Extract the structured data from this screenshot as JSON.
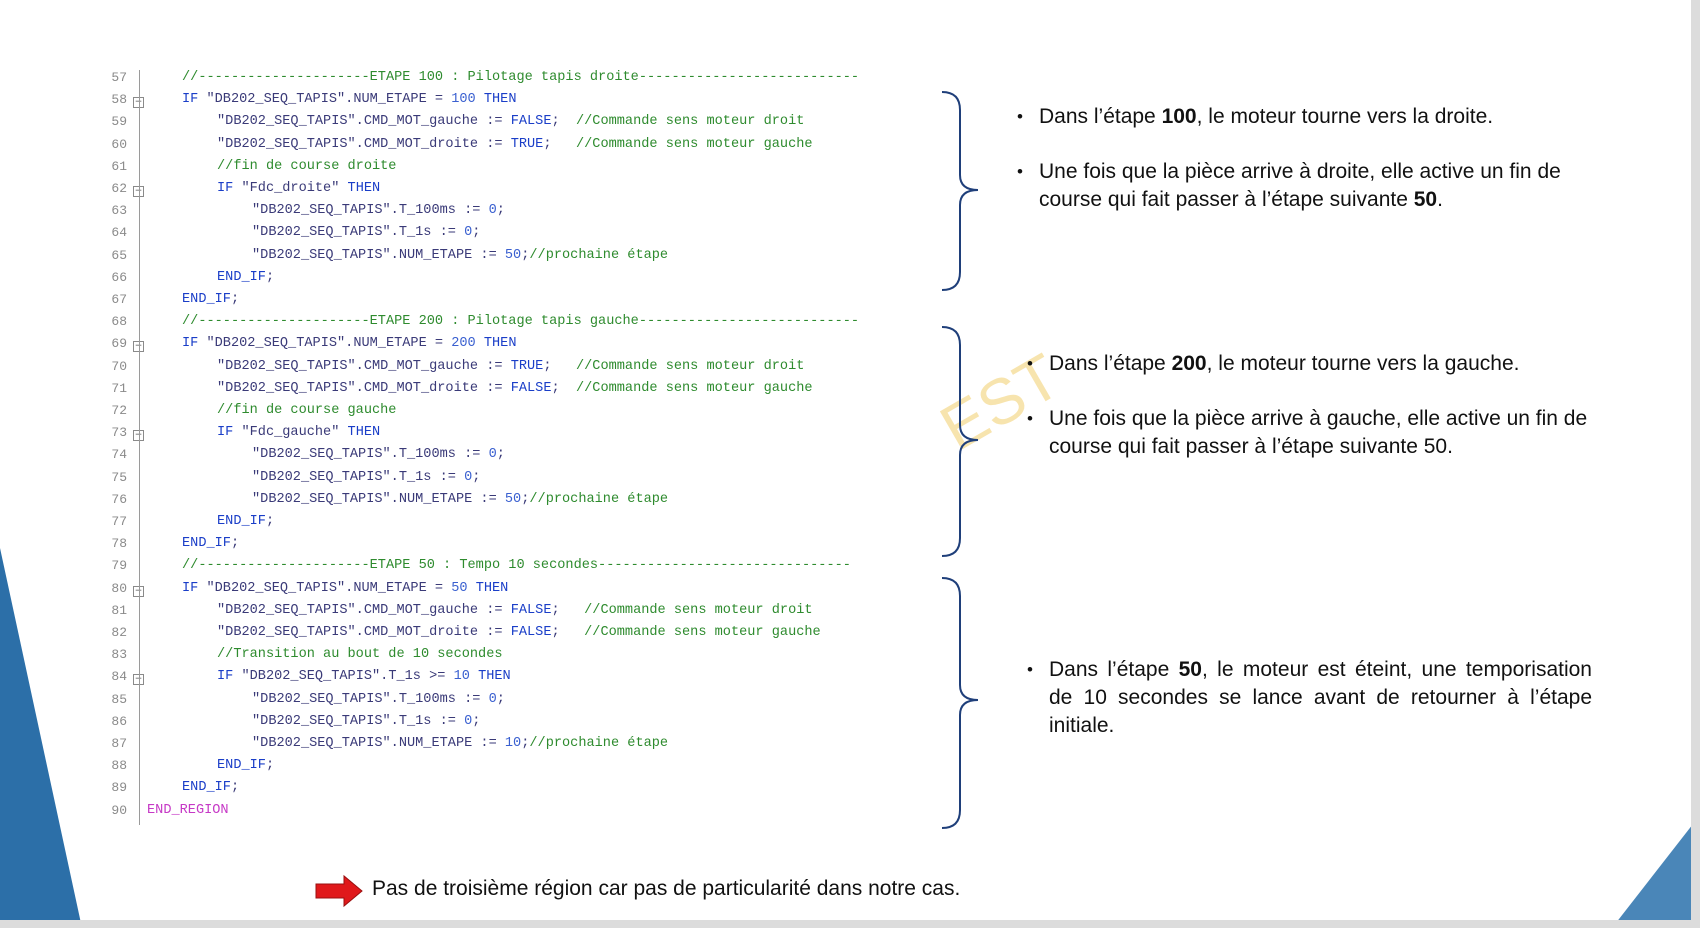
{
  "code": {
    "lines": [
      {
        "n": "57",
        "indent": 0,
        "parts": [
          [
            "cm",
            "//---------------------ETAPE 100 : Pilotage tapis droite---------------------------"
          ]
        ]
      },
      {
        "n": "58",
        "indent": 0,
        "fold": true,
        "parts": [
          [
            "kw",
            "IF "
          ],
          [
            "txt",
            "\"DB202_SEQ_TAPIS\".NUM_ETAPE = "
          ],
          [
            "val",
            "100"
          ],
          [
            "kw",
            " THEN"
          ]
        ]
      },
      {
        "n": "59",
        "indent": 1,
        "parts": [
          [
            "txt",
            "\"DB202_SEQ_TAPIS\".CMD_MOT_gauche := "
          ],
          [
            "kw",
            "FALSE"
          ],
          [
            "txt",
            ";  "
          ],
          [
            "cm",
            "//Commande sens moteur droit"
          ]
        ]
      },
      {
        "n": "60",
        "indent": 1,
        "parts": [
          [
            "txt",
            "\"DB202_SEQ_TAPIS\".CMD_MOT_droite := "
          ],
          [
            "kw",
            "TRUE"
          ],
          [
            "txt",
            ";   "
          ],
          [
            "cm",
            "//Commande sens moteur gauche"
          ]
        ]
      },
      {
        "n": "61",
        "indent": 1,
        "parts": [
          [
            "cm",
            "//fin de course droite"
          ]
        ]
      },
      {
        "n": "62",
        "indent": 1,
        "fold": true,
        "parts": [
          [
            "kw",
            "IF "
          ],
          [
            "txt",
            "\"Fdc_droite\""
          ],
          [
            "kw",
            " THEN"
          ]
        ]
      },
      {
        "n": "63",
        "indent": 2,
        "parts": [
          [
            "txt",
            "\"DB202_SEQ_TAPIS\".T_100ms := "
          ],
          [
            "val",
            "0"
          ],
          [
            "txt",
            ";"
          ]
        ]
      },
      {
        "n": "64",
        "indent": 2,
        "parts": [
          [
            "txt",
            "\"DB202_SEQ_TAPIS\".T_1s := "
          ],
          [
            "val",
            "0"
          ],
          [
            "txt",
            ";"
          ]
        ]
      },
      {
        "n": "65",
        "indent": 2,
        "parts": [
          [
            "txt",
            "\"DB202_SEQ_TAPIS\".NUM_ETAPE := "
          ],
          [
            "val",
            "50"
          ],
          [
            "txt",
            ";"
          ],
          [
            "cm",
            "//prochaine étape"
          ]
        ]
      },
      {
        "n": "66",
        "indent": 1,
        "parts": [
          [
            "kw",
            "END_IF"
          ],
          [
            "txt",
            ";"
          ]
        ]
      },
      {
        "n": "67",
        "indent": 0,
        "parts": [
          [
            "kw",
            "END_IF"
          ],
          [
            "txt",
            ";"
          ]
        ]
      },
      {
        "n": "68",
        "indent": 0,
        "parts": [
          [
            "cm",
            "//---------------------ETAPE 200 : Pilotage tapis gauche---------------------------"
          ]
        ]
      },
      {
        "n": "69",
        "indent": 0,
        "fold": true,
        "parts": [
          [
            "kw",
            "IF "
          ],
          [
            "txt",
            "\"DB202_SEQ_TAPIS\".NUM_ETAPE = "
          ],
          [
            "val",
            "200"
          ],
          [
            "kw",
            " THEN"
          ]
        ]
      },
      {
        "n": "70",
        "indent": 1,
        "parts": [
          [
            "txt",
            "\"DB202_SEQ_TAPIS\".CMD_MOT_gauche := "
          ],
          [
            "kw",
            "TRUE"
          ],
          [
            "txt",
            ";   "
          ],
          [
            "cm",
            "//Commande sens moteur droit"
          ]
        ]
      },
      {
        "n": "71",
        "indent": 1,
        "parts": [
          [
            "txt",
            "\"DB202_SEQ_TAPIS\".CMD_MOT_droite := "
          ],
          [
            "kw",
            "FALSE"
          ],
          [
            "txt",
            ";  "
          ],
          [
            "cm",
            "//Commande sens moteur gauche"
          ]
        ]
      },
      {
        "n": "72",
        "indent": 1,
        "parts": [
          [
            "cm",
            "//fin de course gauche"
          ]
        ]
      },
      {
        "n": "73",
        "indent": 1,
        "fold": true,
        "parts": [
          [
            "kw",
            "IF "
          ],
          [
            "txt",
            "\"Fdc_gauche\""
          ],
          [
            "kw",
            " THEN"
          ]
        ]
      },
      {
        "n": "74",
        "indent": 2,
        "parts": [
          [
            "txt",
            "\"DB202_SEQ_TAPIS\".T_100ms := "
          ],
          [
            "val",
            "0"
          ],
          [
            "txt",
            ";"
          ]
        ]
      },
      {
        "n": "75",
        "indent": 2,
        "parts": [
          [
            "txt",
            "\"DB202_SEQ_TAPIS\".T_1s := "
          ],
          [
            "val",
            "0"
          ],
          [
            "txt",
            ";"
          ]
        ]
      },
      {
        "n": "76",
        "indent": 2,
        "parts": [
          [
            "txt",
            "\"DB202_SEQ_TAPIS\".NUM_ETAPE := "
          ],
          [
            "val",
            "50"
          ],
          [
            "txt",
            ";"
          ],
          [
            "cm",
            "//prochaine étape"
          ]
        ]
      },
      {
        "n": "77",
        "indent": 1,
        "parts": [
          [
            "kw",
            "END_IF"
          ],
          [
            "txt",
            ";"
          ]
        ]
      },
      {
        "n": "78",
        "indent": 0,
        "parts": [
          [
            "kw",
            "END_IF"
          ],
          [
            "txt",
            ";"
          ]
        ]
      },
      {
        "n": "79",
        "indent": 0,
        "parts": [
          [
            "cm",
            "//---------------------ETAPE 50 : Tempo 10 secondes-------------------------------"
          ]
        ]
      },
      {
        "n": "80",
        "indent": 0,
        "fold": true,
        "parts": [
          [
            "kw",
            "IF "
          ],
          [
            "txt",
            "\"DB202_SEQ_TAPIS\".NUM_ETAPE = "
          ],
          [
            "val",
            "50"
          ],
          [
            "kw",
            " THEN"
          ]
        ]
      },
      {
        "n": "81",
        "indent": 1,
        "parts": [
          [
            "txt",
            "\"DB202_SEQ_TAPIS\".CMD_MOT_gauche := "
          ],
          [
            "kw",
            "FALSE"
          ],
          [
            "txt",
            ";   "
          ],
          [
            "cm",
            "//Commande sens moteur droit"
          ]
        ]
      },
      {
        "n": "82",
        "indent": 1,
        "parts": [
          [
            "txt",
            "\"DB202_SEQ_TAPIS\".CMD_MOT_droite := "
          ],
          [
            "kw",
            "FALSE"
          ],
          [
            "txt",
            ";   "
          ],
          [
            "cm",
            "//Commande sens moteur gauche"
          ]
        ]
      },
      {
        "n": "83",
        "indent": 1,
        "parts": [
          [
            "cm",
            "//Transition au bout de 10 secondes"
          ]
        ]
      },
      {
        "n": "84",
        "indent": 1,
        "fold": true,
        "parts": [
          [
            "kw",
            "IF "
          ],
          [
            "txt",
            "\"DB202_SEQ_TAPIS\".T_1s >= "
          ],
          [
            "val",
            "10"
          ],
          [
            "kw",
            " THEN"
          ]
        ]
      },
      {
        "n": "85",
        "indent": 2,
        "parts": [
          [
            "txt",
            "\"DB202_SEQ_TAPIS\".T_100ms := "
          ],
          [
            "val",
            "0"
          ],
          [
            "txt",
            ";"
          ]
        ]
      },
      {
        "n": "86",
        "indent": 2,
        "parts": [
          [
            "txt",
            "\"DB202_SEQ_TAPIS\".T_1s := "
          ],
          [
            "val",
            "0"
          ],
          [
            "txt",
            ";"
          ]
        ]
      },
      {
        "n": "87",
        "indent": 2,
        "parts": [
          [
            "txt",
            "\"DB202_SEQ_TAPIS\".NUM_ETAPE := "
          ],
          [
            "val",
            "10"
          ],
          [
            "txt",
            ";"
          ],
          [
            "cm",
            "//prochaine étape"
          ]
        ]
      },
      {
        "n": "88",
        "indent": 1,
        "parts": [
          [
            "kw",
            "END_IF"
          ],
          [
            "txt",
            ";"
          ]
        ]
      },
      {
        "n": "89",
        "indent": 0,
        "parts": [
          [
            "kw",
            "END_IF"
          ],
          [
            "txt",
            ";"
          ]
        ]
      },
      {
        "n": "90",
        "indent": -1,
        "parts": [
          [
            "magenta",
            "END_REGION"
          ]
        ]
      }
    ]
  },
  "notes": {
    "b1_pre": "Dans l’étape ",
    "b1_bold": "100",
    "b1_post": ", le moteur tourne vers la droite.",
    "b2_pre": "Une fois que la pièce arrive à droite, elle active un fin de course qui fait passer à l’étape suivante ",
    "b2_bold": "50",
    "b2_post": ".",
    "b3_pre": "Dans l’étape ",
    "b3_bold": "200",
    "b3_post": ", le moteur tourne vers la gauche.",
    "b4": "Une fois que la pièce arrive à gauche, elle active un fin de course qui fait passer à l’étape suivante 50.",
    "b5_pre": "Dans l’étape ",
    "b5_bold": "50",
    "b5_post": ", le moteur est éteint, une temporisation de 10 secondes se lance avant de retourner à l’étape initiale.",
    "bullet": "•"
  },
  "watermark": "EST",
  "footer_note": "Pas de troisième région car pas de particularité dans notre cas.",
  "colors": {
    "accent_blue": "#1f5a96",
    "arrow_red": "#e0191b",
    "brace": "#1f3f7a"
  }
}
